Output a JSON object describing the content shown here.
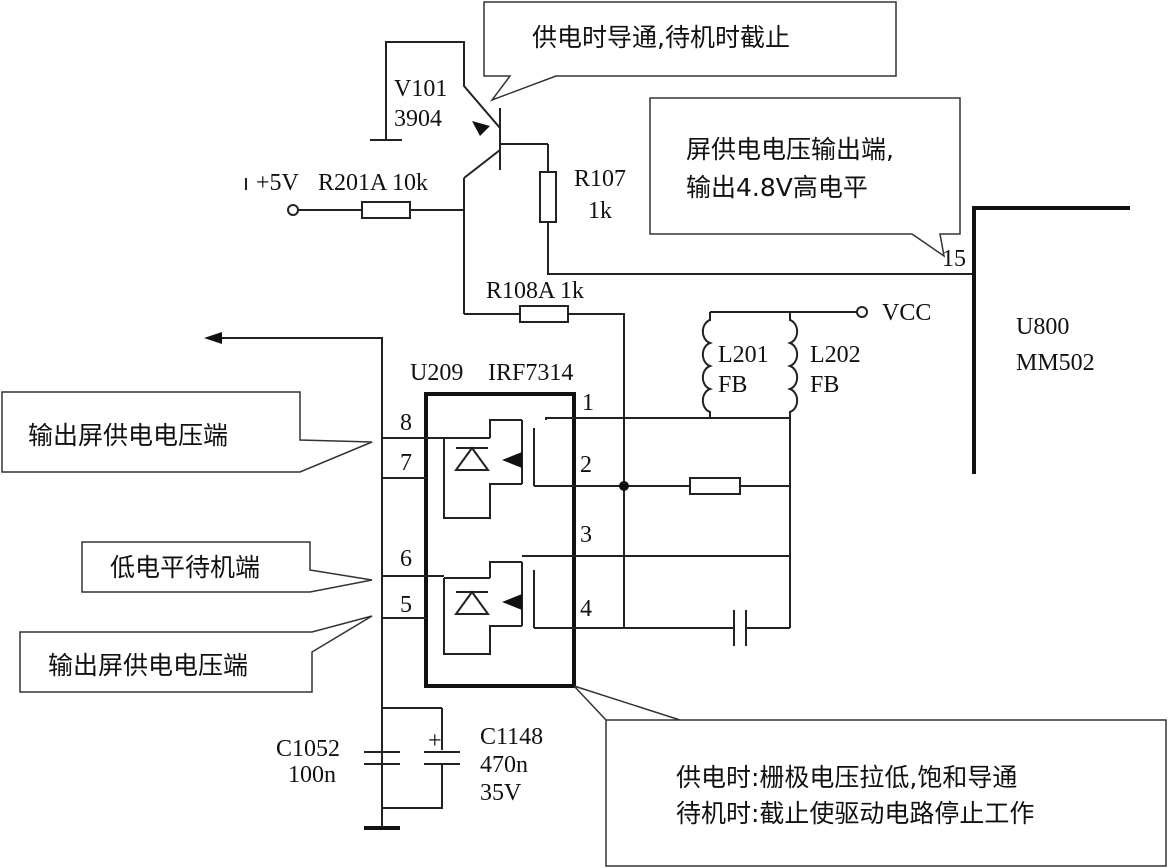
{
  "callouts": {
    "transistor": "供电时导通,待机时截止",
    "screen_output_line1": "屏供电电压输出端,",
    "screen_output_line2": "输出4.8V高电平",
    "out_upper": "输出屏供电电压端",
    "low_standby": "低电平待机端",
    "out_lower": "输出屏供电电压端",
    "gate_line1": "供电时:栅极电压拉低,饱和导通",
    "gate_line2": "待机时:截止使驱动电路停止工作"
  },
  "components": {
    "v101_name": "V101",
    "v101_part": "3904",
    "supply": "+5V",
    "r201a": "R201A 10k",
    "r107_name": "R107",
    "r107_value": "1k",
    "r108a": "R108A 1k",
    "vcc": "VCC",
    "u209_name": "U209",
    "u209_part": "IRF7314",
    "l201_name": "L201",
    "l201_type": "FB",
    "l202_name": "L202",
    "l202_type": "FB",
    "u800_name": "U800",
    "u800_part": "MM502",
    "c1052_name": "C1052",
    "c1052_value": "100n",
    "c1148_name": "C1148",
    "c1148_value": "470n",
    "c1148_voltage": "35V",
    "plus_sign": "+"
  },
  "pins": {
    "p1": "1",
    "p2": "2",
    "p3": "3",
    "p4": "4",
    "p5": "5",
    "p6": "6",
    "p7": "7",
    "p8": "8",
    "p15": "15"
  }
}
